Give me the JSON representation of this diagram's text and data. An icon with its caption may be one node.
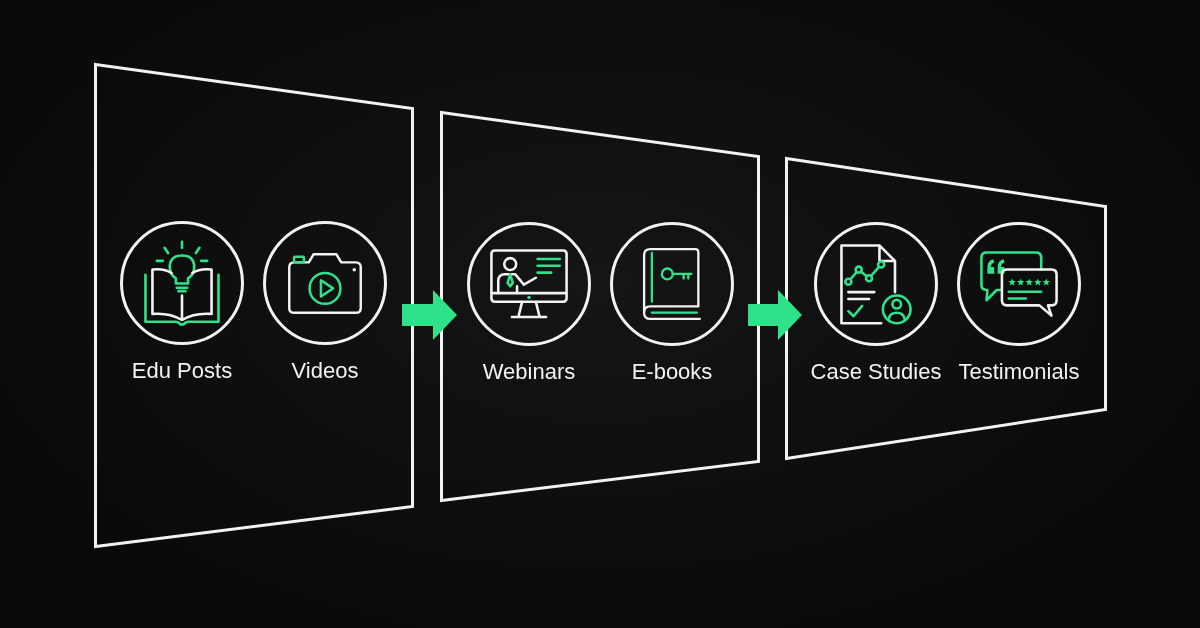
{
  "diagram": {
    "nodes": [
      {
        "text": [],
        "shape": "trapezoid"
      },
      {
        "text": [
          "Edu Posts"
        ],
        "in": 0
      },
      {
        "text": [
          "Videos"
        ],
        "in": 0
      },
      {
        "text": [],
        "shape": "trapezoid"
      },
      {
        "text": [
          "Webinars"
        ],
        "in": 3
      },
      {
        "text": [
          "E-books"
        ],
        "in": 3
      },
      {
        "text": [],
        "shape": "trapezoid"
      },
      {
        "text": [
          "Case Studies"
        ],
        "in": 6
      },
      {
        "text": [
          "Testimonials"
        ],
        "in": 6
      }
    ],
    "edges": [
      {
        "from": 0,
        "to": 3,
        "arrow": "to"
      },
      {
        "from": 3,
        "to": 6,
        "arrow": "to"
      }
    ]
  }
}
